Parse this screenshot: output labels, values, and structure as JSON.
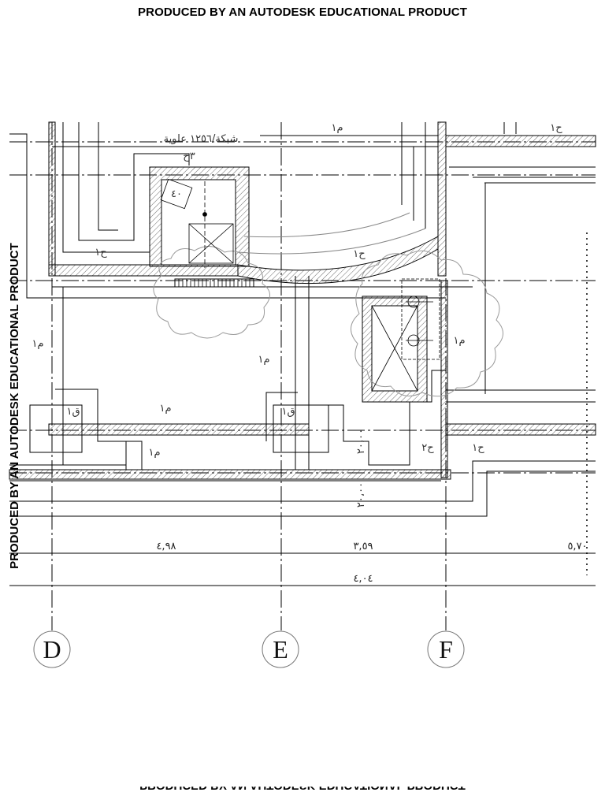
{
  "watermark": {
    "top": "PRODUCED BY AN AUTODESK EDUCATIONAL PRODUCT",
    "left": "PRODUCED BY AN AUTODESK EDUCATIONAL PRODUCT",
    "bottom": "PRODUCED BY AN AUTODESK EDUCATIONAL PRODUCT"
  },
  "grid": {
    "axes": [
      {
        "label": "D"
      },
      {
        "label": "E"
      },
      {
        "label": "F"
      }
    ]
  },
  "dimensions": {
    "d1": "٤,٩٨",
    "d2": "٣,٥٩",
    "d3": "٥,٧٠",
    "total": "٤,٠٤"
  },
  "notes": {
    "n_top1": "م١",
    "n_top2": "ح١",
    "n_top3": "٣ح",
    "n_box": "٤٠",
    "n_room1": "م١",
    "n_room2": "م١",
    "n_room3": "م١",
    "n_left": "م١",
    "n_right": "م١",
    "n_h1": "ح١",
    "n_h2": "ح١",
    "n_h3": "ح٢",
    "n_h4": "ح١",
    "n_q1": "ق١",
    "n_q2": "ق١",
    "n_sub1": "شبكة/١٢٥٦ علوية",
    "n_vert1": "٢٠،٠٠",
    "n_vert2": "٢٠،٠٠"
  }
}
